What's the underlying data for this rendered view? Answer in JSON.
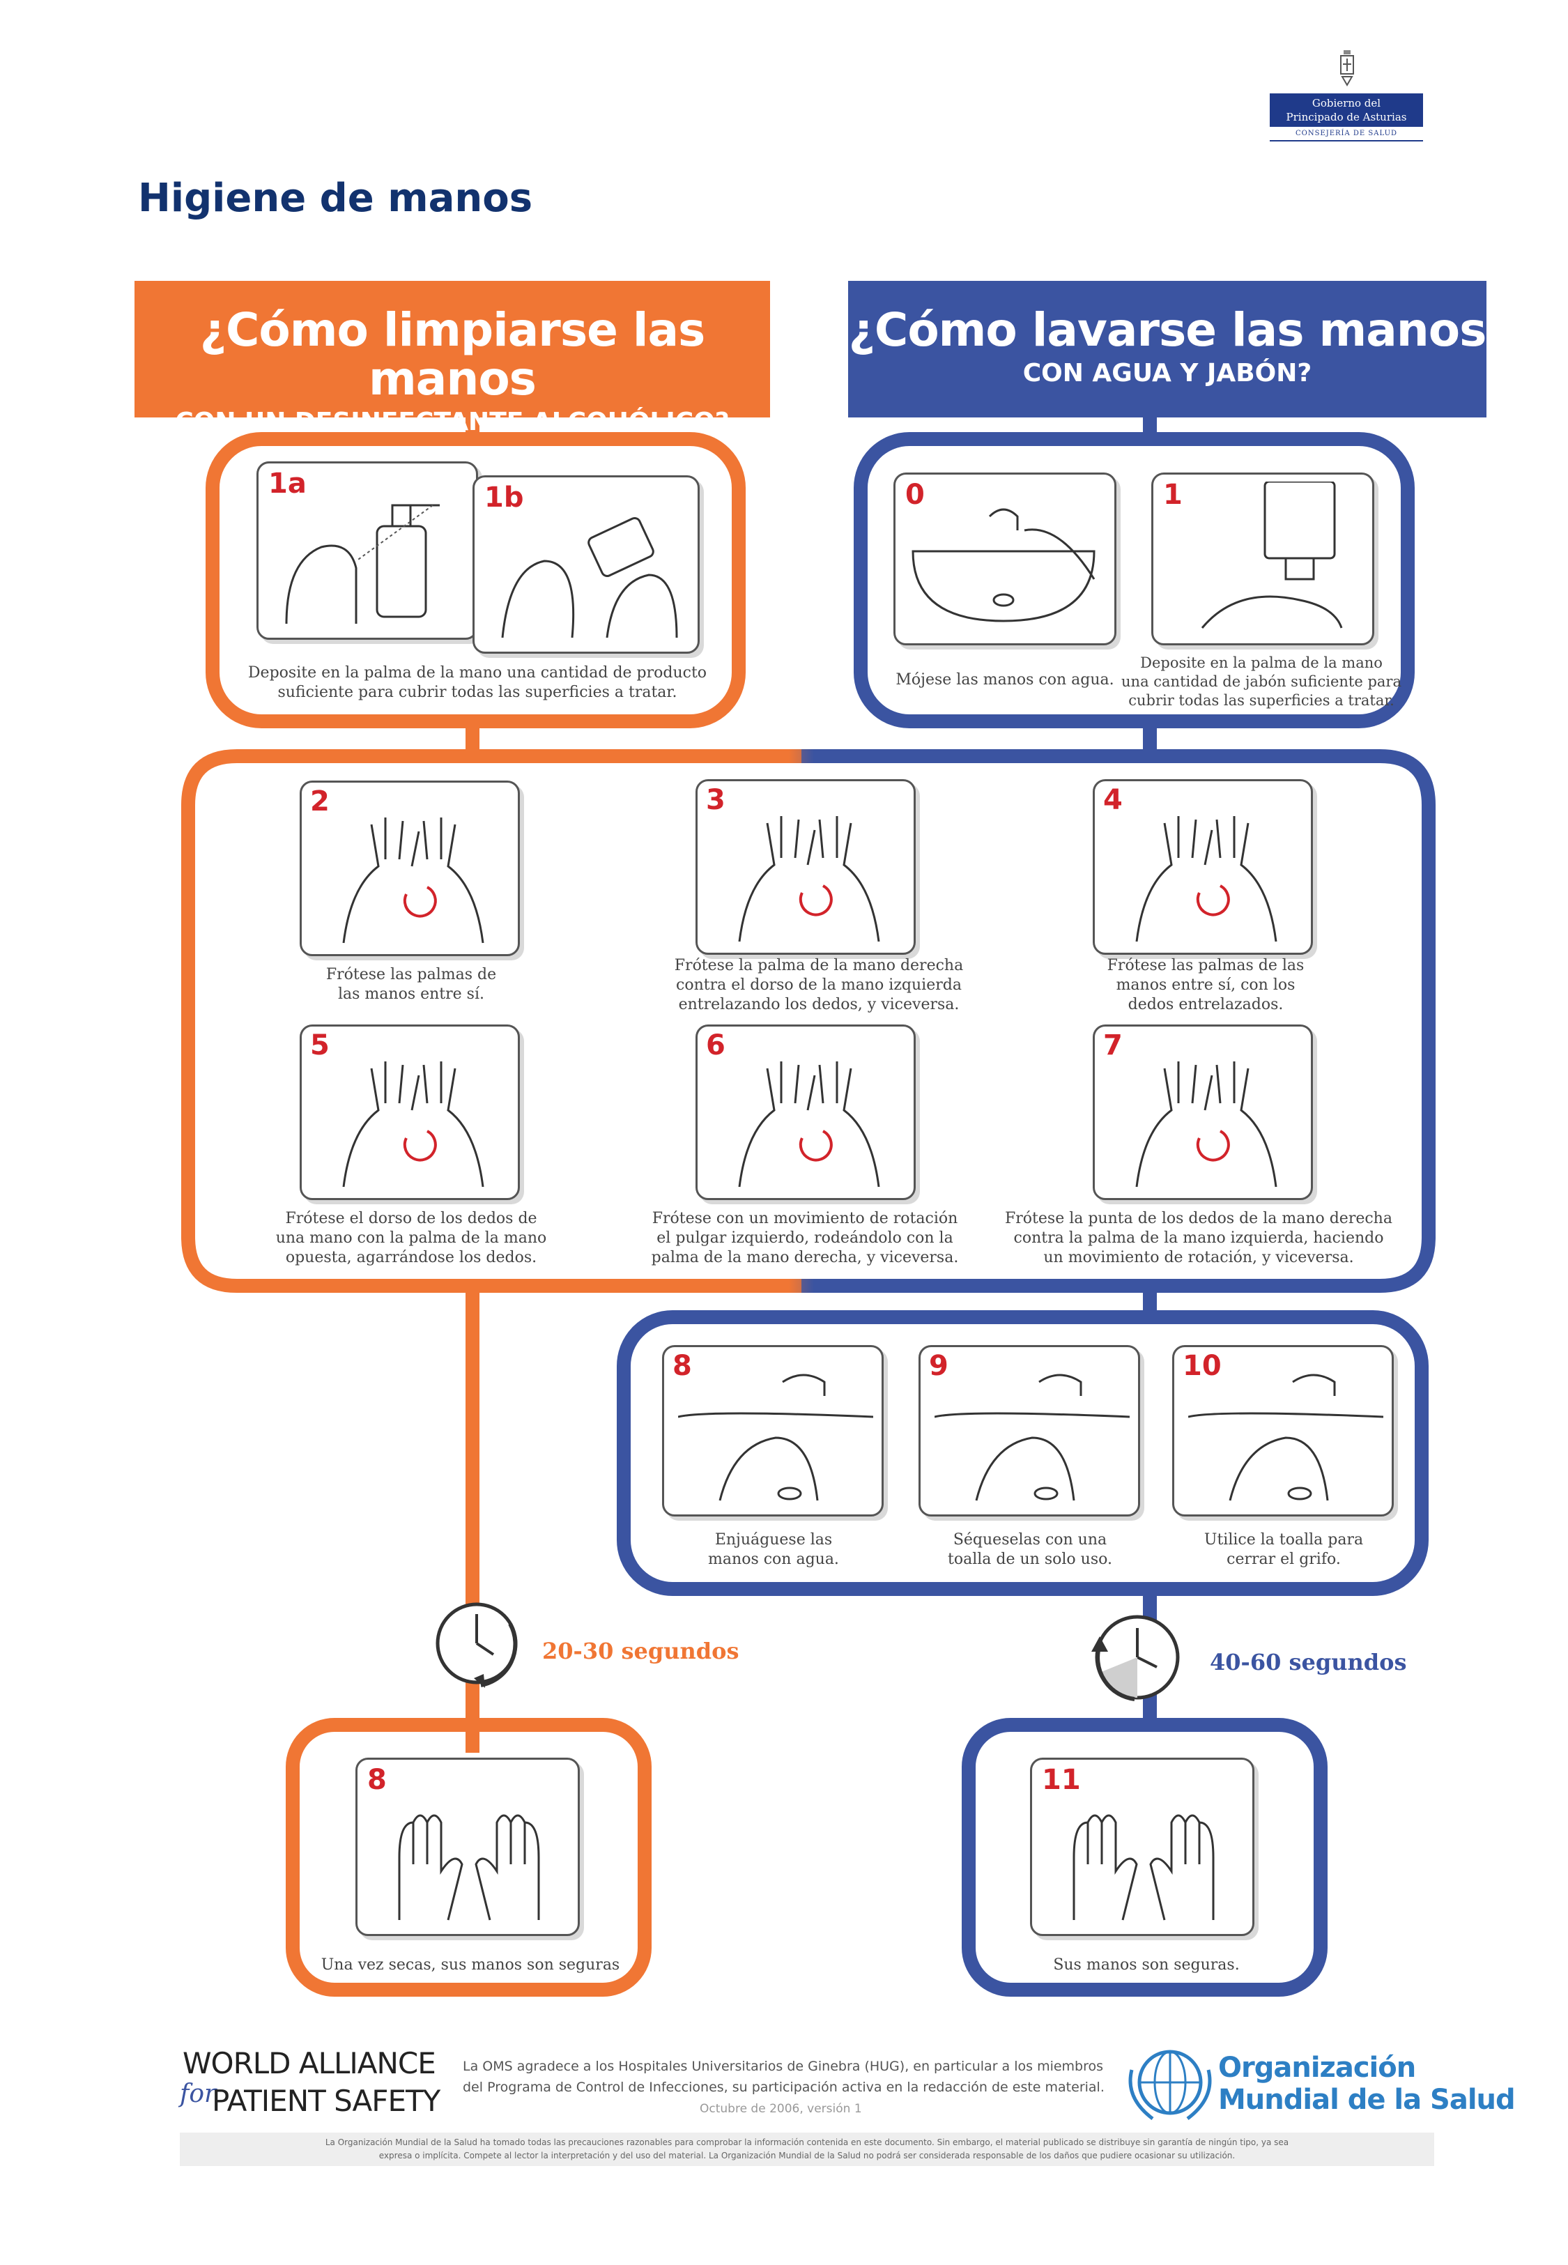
{
  "page": {
    "title": "Higiene de manos"
  },
  "logo": {
    "line1": "Gobierno del",
    "line2": "Principado de Asturias",
    "line3": "CONSEJERÍA DE SALUD"
  },
  "left_header": {
    "title": "¿Cómo limpiarse las manos",
    "subtitle": "CON UN DESINFECTANTE ALCOHÓLICO?"
  },
  "right_header": {
    "title": "¿Cómo lavarse las manos",
    "subtitle": "CON AGUA Y JABÓN?"
  },
  "top_left": {
    "step_a": "1a",
    "step_b": "1b",
    "caption_1": "Deposite en la palma de la mano una cantidad de producto",
    "caption_2": "suficiente para cubrir todas las superficies a tratar."
  },
  "top_right": {
    "step_0": "0",
    "caption_0": "Mójese las manos con agua.",
    "step_1": "1",
    "caption_1_l1": "Deposite en la palma de la mano",
    "caption_1_l2": "una cantidad de jabón suficiente para",
    "caption_1_l3": "cubrir todas las superficies a tratar."
  },
  "middle_steps": [
    {
      "num": "2",
      "l1": "Frótese las palmas de",
      "l2": "las manos entre sí.",
      "l3": ""
    },
    {
      "num": "3",
      "l1": "Frótese la palma de la mano derecha",
      "l2": "contra el dorso de la mano izquierda",
      "l3": "entrelazando los dedos, y viceversa."
    },
    {
      "num": "4",
      "l1": "Frótese las palmas de las",
      "l2": "manos entre sí, con los",
      "l3": "dedos entrelazados."
    },
    {
      "num": "5",
      "l1": "Frótese el dorso de los dedos de",
      "l2": "una mano con la palma de la mano",
      "l3": "opuesta, agarrándose los dedos."
    },
    {
      "num": "6",
      "l1": "Frótese con un movimiento de rotación",
      "l2": "el pulgar izquierdo, rodeándolo con la",
      "l3": "palma de la mano derecha, y viceversa."
    },
    {
      "num": "7",
      "l1": "Frótese la punta de los dedos de la mano derecha",
      "l2": "contra la palma de la mano izquierda, haciendo",
      "l3": "un movimiento de rotación, y viceversa."
    }
  ],
  "rinse_steps": [
    {
      "num": "8",
      "l1": "Enjuáguese las",
      "l2": "manos con agua."
    },
    {
      "num": "9",
      "l1": "Séqueselas con una",
      "l2": "toalla de un solo uso."
    },
    {
      "num": "10",
      "l1": "Utilice la toalla para",
      "l2": "cerrar el grifo."
    }
  ],
  "timers": {
    "left": "20-30 segundos",
    "right": "40-60 segundos"
  },
  "final_left": {
    "num": "8",
    "caption": "Una vez secas, sus manos son seguras"
  },
  "final_right": {
    "num": "11",
    "caption": "Sus manos son seguras."
  },
  "footer": {
    "alliance_l1": "WORLD ALLIANCE",
    "alliance_for": "for",
    "alliance_l2": "PATIENT SAFETY",
    "ack_l1": "La OMS agradece a los Hospitales Universitarios de Ginebra (HUG), en particular a los miembros",
    "ack_l2": "del Programa de Control de Infecciones, su participación activa en la redacción de este material.",
    "date": "Octubre de 2006, versión 1",
    "who_l1": "Organización",
    "who_l2": "Mundial de la Salud",
    "disclaimer_l1": "La Organización Mundial de la Salud ha tomado todas las precauciones razonables para comprobar la información contenida en este documento. Sin embargo, el material publicado se distribuye sin garantía de ningún tipo, ya sea",
    "disclaimer_l2": "expresa o implícita. Compete al lector la interpretación y del uso del material. La Organización Mundial de la Salud no podrá ser considerada responsable de los daños que pudiere ocasionar su utilización."
  },
  "colors": {
    "orange": "#f07634",
    "blue": "#3b54a1",
    "step_red": "#d2232a",
    "title_navy": "#12326e"
  }
}
